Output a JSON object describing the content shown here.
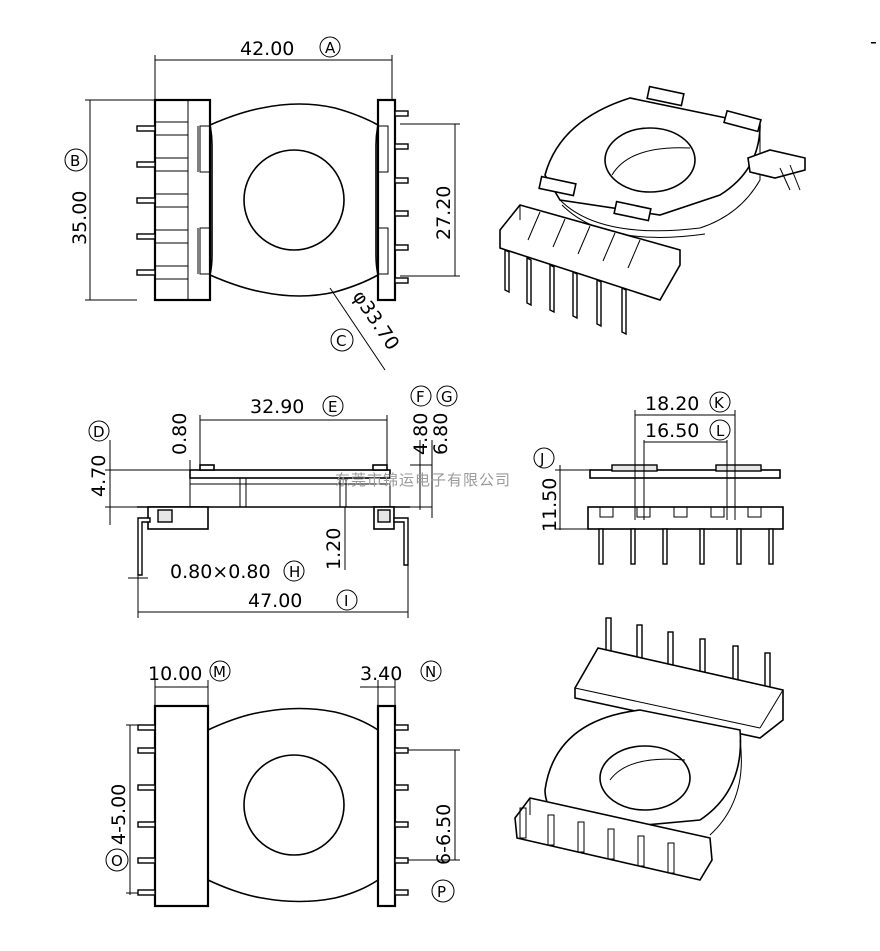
{
  "dimensions": {
    "A": {
      "value": "42.00",
      "letter": "A"
    },
    "B": {
      "value": "35.00",
      "letter": "B"
    },
    "C": {
      "value": "φ33.70",
      "letter": "C"
    },
    "height_27": {
      "value": "27.20"
    },
    "D": {
      "value": "4.70",
      "letter": "D"
    },
    "E": {
      "value": "32.90",
      "letter": "E"
    },
    "flange": {
      "value": "0.80"
    },
    "F": {
      "value": "4.80",
      "letter": "F"
    },
    "G": {
      "value": "6.80",
      "letter": "G"
    },
    "H": {
      "value": "0.80×0.80",
      "letter": "H"
    },
    "I": {
      "value": "47.00",
      "letter": "I"
    },
    "pinstep": {
      "value": "1.20"
    },
    "J": {
      "value": "11.50",
      "letter": "J"
    },
    "K": {
      "value": "18.20",
      "letter": "K"
    },
    "L": {
      "value": "16.50",
      "letter": "L"
    },
    "M": {
      "value": "10.00",
      "letter": "M"
    },
    "N": {
      "value": "3.40",
      "letter": "N"
    },
    "O": {
      "value": "4-5.00",
      "letter": "O"
    },
    "P": {
      "value": "6-6.50",
      "letter": "P"
    }
  },
  "watermark": "东莞市锦运电子有限公司",
  "colors": {
    "line": "#000000",
    "background": "#ffffff",
    "watermark": "#9a9a9a"
  }
}
